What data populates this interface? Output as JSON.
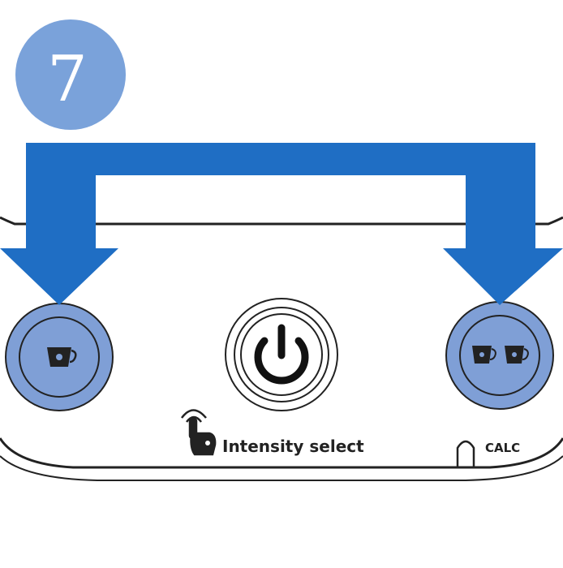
{
  "step": {
    "number": "7"
  },
  "panel": {
    "intensity_label": "Intensity select",
    "calc_label": "CALC"
  },
  "icons": {
    "left_button": "single-cup-icon",
    "center_button": "power-icon",
    "right_button": "double-cup-icon",
    "intensity": "touch-hand-icon",
    "calc": "descale-indicator-icon"
  },
  "colors": {
    "arrow": "#1f6ec4",
    "highlight": "#7f9fd6",
    "step_badge": "#7aa2da",
    "line": "#222222"
  }
}
